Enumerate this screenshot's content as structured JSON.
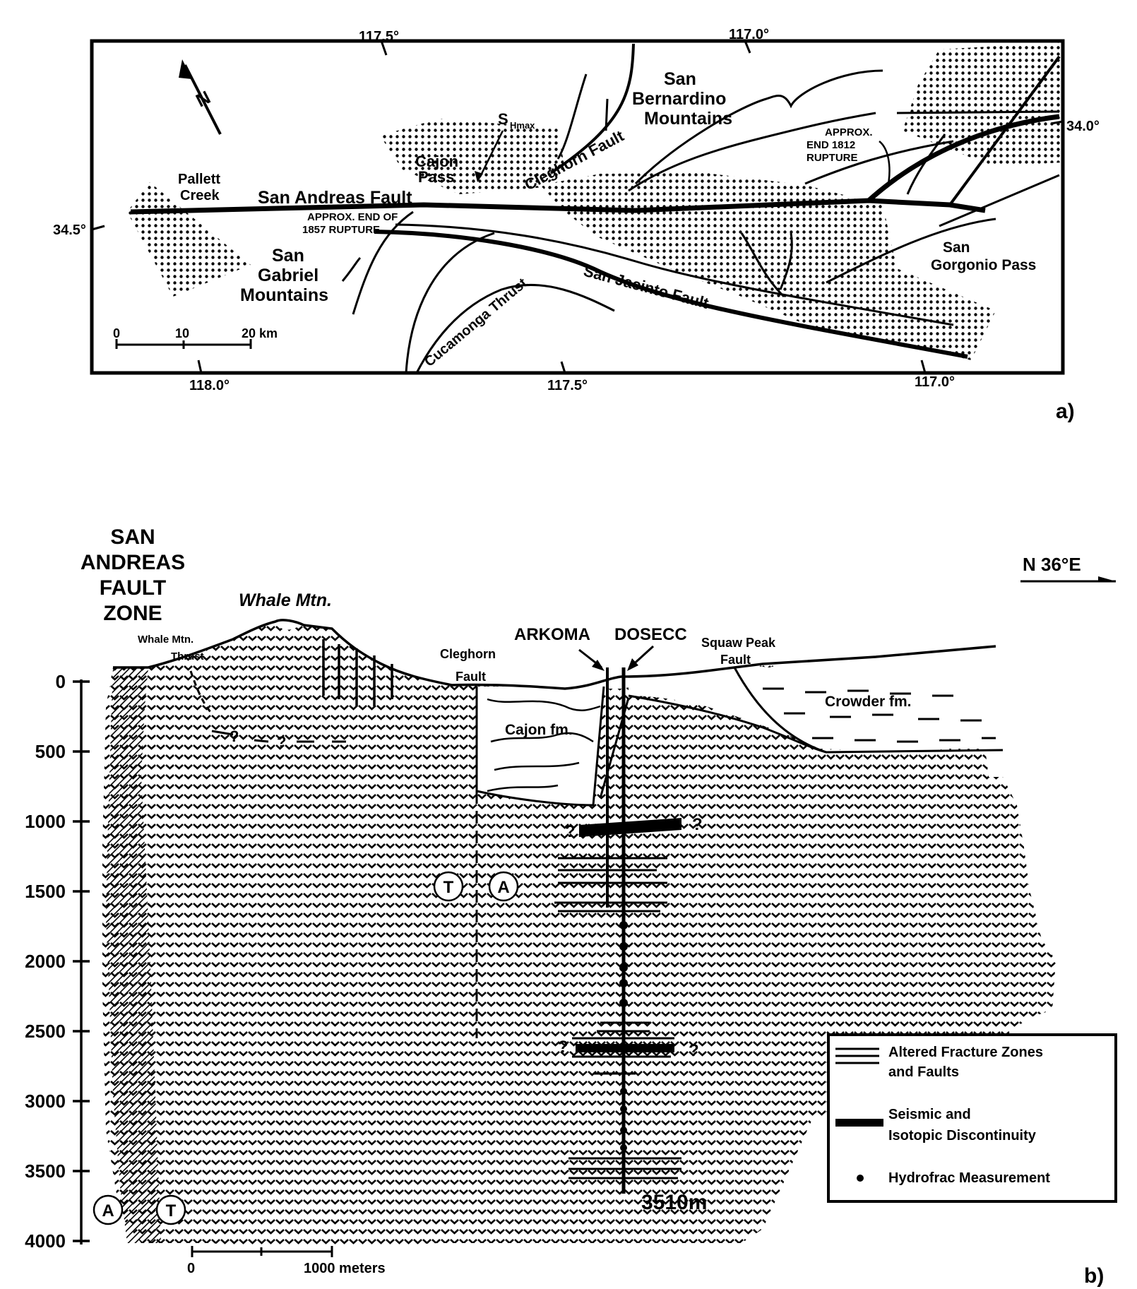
{
  "panel_a": {
    "panel_label": "a)",
    "lon_top": [
      "117.5°",
      "117.0°"
    ],
    "lon_bottom": [
      "118.0°",
      "117.5°",
      "117.0°"
    ],
    "lat_left": "34.5°",
    "lat_right": "34.0°",
    "north": "N",
    "san_andreas_fault": "San Andreas Fault",
    "pallett_creek": [
      "Pallett",
      "Creek"
    ],
    "cajon_pass": [
      "Cajon",
      "Pass"
    ],
    "shmax": "S",
    "shmax_sub": "Hmax",
    "cleghorn_fault": "Cleghorn Fault",
    "san_bernardino": [
      "San",
      "Bernardino",
      "Mountains"
    ],
    "end_1812": [
      "APPROX.",
      "END 1812",
      "RUPTURE"
    ],
    "end_1857": [
      "APPROX. END OF",
      "1857 RUPTURE"
    ],
    "san_gabriel": [
      "San",
      "Gabriel",
      "Mountains"
    ],
    "cucamonga_thrust": "Cucamonga Thrust",
    "san_jacinto_fault": "San Jacinto Fault",
    "san_gorgonio": [
      "San",
      "Gorgonio Pass"
    ],
    "scale_ticks": [
      "0",
      "10"
    ],
    "scale_end": "20 km"
  },
  "panel_b": {
    "panel_label": "b)",
    "title_lines": [
      "SAN",
      "ANDREAS",
      "FAULT",
      "ZONE"
    ],
    "direction": "N 36°E",
    "whale_mtn": "Whale Mtn.",
    "whale_thrust": [
      "Whale Mtn.",
      "Thrust"
    ],
    "cleghorn": [
      "Cleghorn",
      "Fault"
    ],
    "arkoma": "ARKOMA",
    "dosecc": "DOSECC",
    "squaw_peak": [
      "Squaw Peak",
      "Fault"
    ],
    "crowder": "Crowder fm.",
    "cajon_fm": "Cajon fm.",
    "depth_ticks": [
      "0",
      "500",
      "1000",
      "1500",
      "2000",
      "2500",
      "3000",
      "3500",
      "4000"
    ],
    "depth_label": "3510m",
    "circle_t": "T",
    "circle_a": "A",
    "question": "?",
    "scale_start": "0",
    "scale_end": "1000 meters",
    "legend": {
      "fracture": [
        "Altered Fracture Zones",
        "and Faults"
      ],
      "seismic": [
        "Seismic and",
        "Isotopic Discontinuity"
      ],
      "hydrofrac": "Hydrofrac Measurement"
    }
  }
}
